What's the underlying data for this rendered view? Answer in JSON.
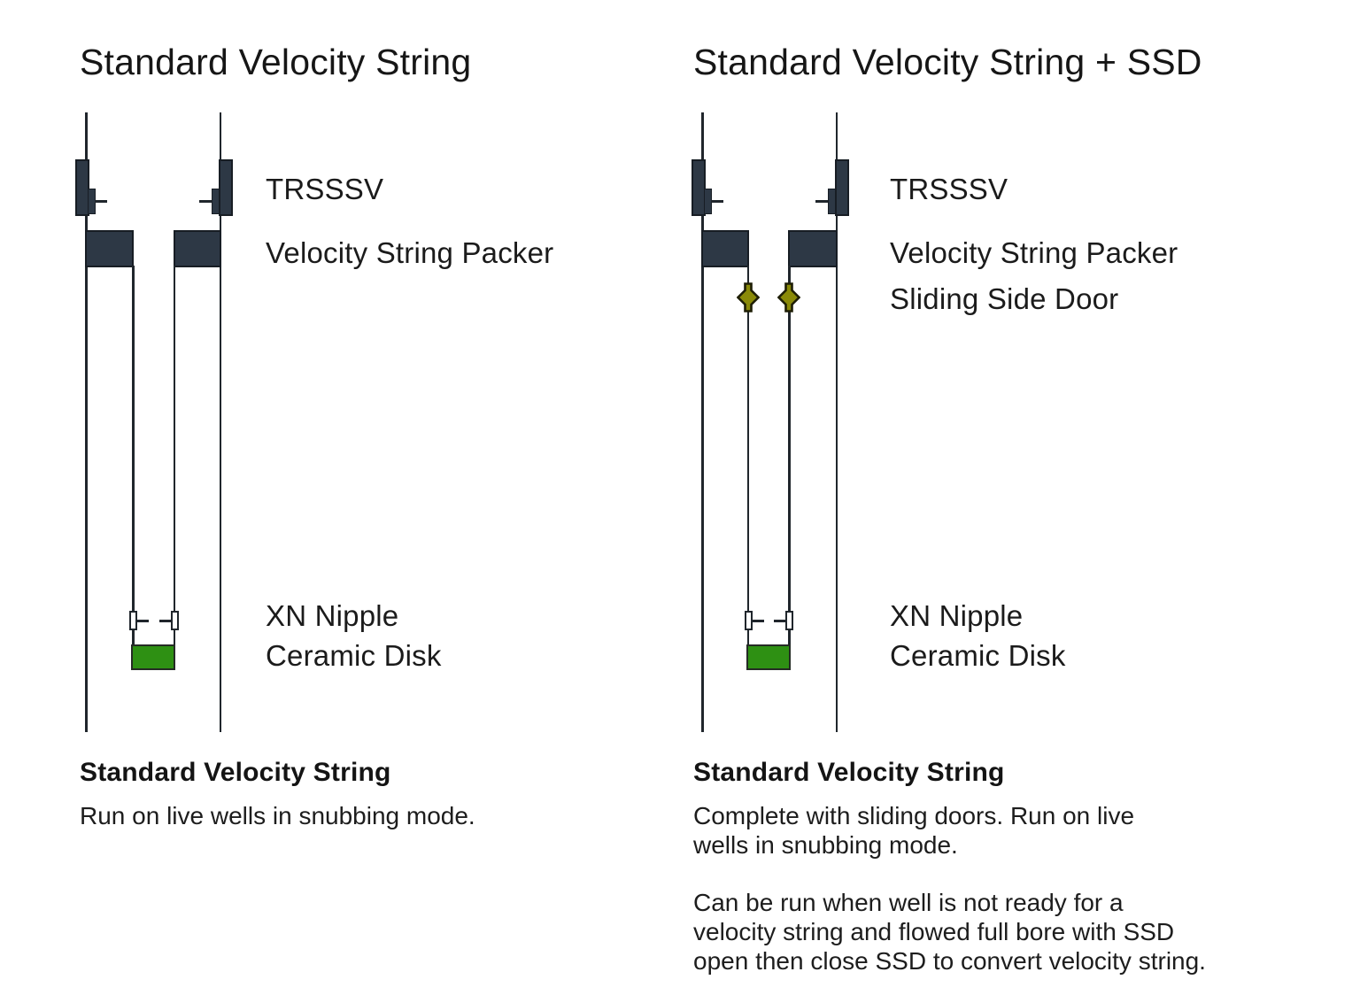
{
  "colors": {
    "component_dark": "#2d3845",
    "component_outline": "#171d24",
    "line_dark": "#20262c",
    "ceramic_green": "#2e9013",
    "ssd_olive": "#8a8a08",
    "ssd_outline": "#1e1e06",
    "text": "#1d1d1d",
    "background": "#ffffff"
  },
  "left_panel": {
    "title": "Standard Velocity String",
    "labels": {
      "trsssv": "TRSSSV",
      "packer": "Velocity String Packer",
      "xn_nipple": "XN Nipple",
      "ceramic_disk": "Ceramic Disk"
    },
    "caption": {
      "heading": "Standard Velocity String",
      "body": "Run on live wells in snubbing mode."
    }
  },
  "right_panel": {
    "title": "Standard Velocity String + SSD",
    "labels": {
      "trsssv": "TRSSSV",
      "packer": "Velocity String Packer",
      "sliding_side_door": "Sliding Side Door",
      "xn_nipple": "XN Nipple",
      "ceramic_disk": "Ceramic Disk"
    },
    "caption": {
      "heading": "Standard Velocity String",
      "body_1_lines": [
        "Complete with sliding doors. Run on live",
        "wells in snubbing mode."
      ],
      "body_2_lines": [
        "Can be run when well is not ready for a",
        "velocity string and flowed full bore with SSD",
        "open then close SSD to convert velocity string."
      ]
    }
  }
}
